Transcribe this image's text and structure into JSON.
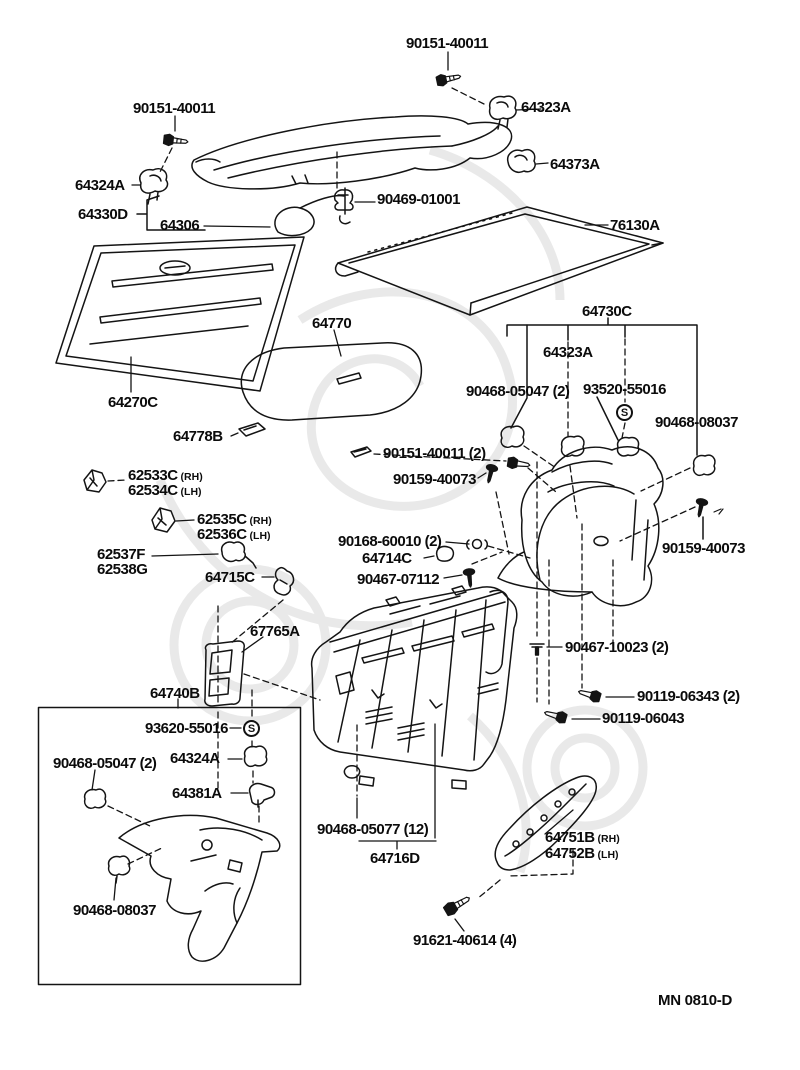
{
  "page": {
    "background": "#ffffff",
    "ink": "#141414",
    "watermark_color": "#e7e7e7",
    "drawing_number": "MN 0810-D",
    "screw_symbol": "S"
  },
  "diagram": {
    "labels": [
      {
        "text": "90151-40011",
        "note": ""
      },
      {
        "text": "64323A",
        "note": ""
      },
      {
        "text": "64373A",
        "note": ""
      },
      {
        "text": "90151-40011",
        "note": ""
      },
      {
        "text": "64324A",
        "note": ""
      },
      {
        "text": "64330D",
        "note": ""
      },
      {
        "text": "64306",
        "note": ""
      },
      {
        "text": "90469-01001",
        "note": ""
      },
      {
        "text": "76130A",
        "note": ""
      },
      {
        "text": "64270C",
        "note": ""
      },
      {
        "text": "64770",
        "note": ""
      },
      {
        "text": "64778B",
        "note": ""
      },
      {
        "text": "62533C",
        "note": "(RH)"
      },
      {
        "text": "62534C",
        "note": "(LH)"
      },
      {
        "text": "62535C",
        "note": "(RH)"
      },
      {
        "text": "62536C",
        "note": "(LH)"
      },
      {
        "text": "62537F",
        "note": ""
      },
      {
        "text": "62538G",
        "note": ""
      },
      {
        "text": "64715C",
        "note": ""
      },
      {
        "text": "64730C",
        "note": ""
      },
      {
        "text": "64323A",
        "note": ""
      },
      {
        "text": "90468-05047 (2)",
        "note": ""
      },
      {
        "text": "93520-55016",
        "note": ""
      },
      {
        "text": "90468-08037",
        "note": ""
      },
      {
        "text": "90151-40011 (2)",
        "note": ""
      },
      {
        "text": "90159-40073",
        "note": ""
      },
      {
        "text": "90168-60010 (2)",
        "note": ""
      },
      {
        "text": "64714C",
        "note": ""
      },
      {
        "text": "90467-07112",
        "note": ""
      },
      {
        "text": "90159-40073",
        "note": ""
      },
      {
        "text": "67765A",
        "note": ""
      },
      {
        "text": "90467-10023 (2)",
        "note": ""
      },
      {
        "text": "90119-06343 (2)",
        "note": ""
      },
      {
        "text": "90119-06043",
        "note": ""
      },
      {
        "text": "64740B",
        "note": ""
      },
      {
        "text": "93620-55016",
        "note": ""
      },
      {
        "text": "64324A",
        "note": ""
      },
      {
        "text": "64381A",
        "note": ""
      },
      {
        "text": "90468-05047 (2)",
        "note": ""
      },
      {
        "text": "90468-08037",
        "note": ""
      },
      {
        "text": "90468-05077 (12)",
        "note": ""
      },
      {
        "text": "64716D",
        "note": ""
      },
      {
        "text": "64751B",
        "note": "(RH)"
      },
      {
        "text": "64752B",
        "note": "(LH)"
      },
      {
        "text": "91621-40614 (4)",
        "note": ""
      }
    ]
  }
}
